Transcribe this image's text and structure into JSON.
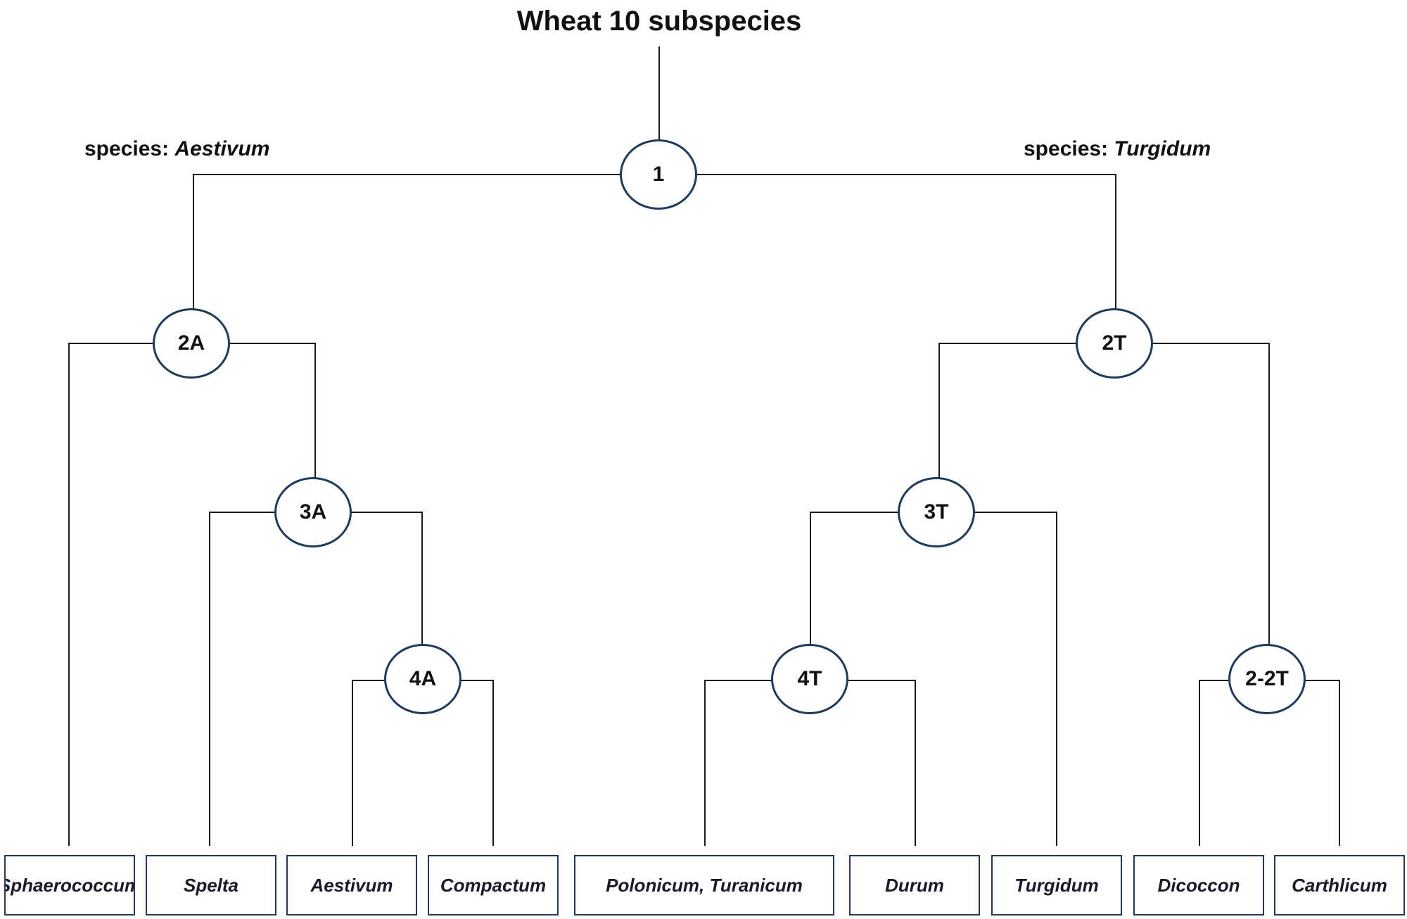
{
  "title": "Wheat 10 subspecies",
  "species_labels": {
    "left": {
      "prefix": "species: ",
      "name": "Aestivum"
    },
    "right": {
      "prefix": "species: ",
      "name": "Turgidum"
    }
  },
  "nodes": [
    "1",
    "2A",
    "3A",
    "4A",
    "2T",
    "3T",
    "4T",
    "2-2T"
  ],
  "leaves": [
    "Sphaerococcum",
    "Spelta",
    "Aestivum",
    "Compactum",
    "Polonicum, Turanicum",
    "Durum",
    "Turgidum",
    "Dicoccon",
    "Carthlicum"
  ],
  "colors": {
    "line": "#1a1a1a",
    "node_border": "#1f3a5a",
    "box_border": "#1f3a5a"
  }
}
